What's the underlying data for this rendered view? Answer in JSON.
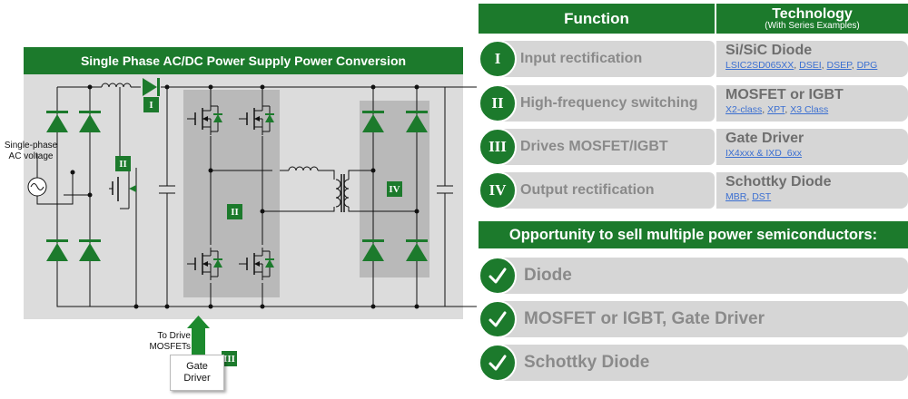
{
  "diagram": {
    "title": "Single Phase AC/DC Power Supply Power Conversion",
    "input_label_line1": "Single-phase",
    "input_label_line2": "AC voltage",
    "drive_label_line1": "To Drive",
    "drive_label_line2": "MOSFETs",
    "gate_driver_line1": "Gate",
    "gate_driver_line2": "Driver",
    "stage_markers": {
      "pfc_diode": "I",
      "pfc_switch": "II",
      "bridge": "II",
      "output": "IV",
      "gate_driver": "III"
    },
    "colors": {
      "accent": "#1c7a2c",
      "panel": "#dcdcdc",
      "shade": "#b9b9b9",
      "arrow": "#1c8a2e"
    }
  },
  "table": {
    "header_function": "Function",
    "header_technology": "Technology",
    "header_technology_sub": "(With Series Examples)",
    "rows": [
      {
        "numeral": "I",
        "function": "Input rectification",
        "technology": "Si/SiC Diode",
        "examples": [
          "LSIC2SD065XX",
          "DSEI",
          "DSEP",
          "DPG"
        ]
      },
      {
        "numeral": "II",
        "function": "High-frequency switching",
        "technology": "MOSFET or IGBT",
        "examples": [
          "X2-class",
          "XPT",
          "X3 Class"
        ]
      },
      {
        "numeral": "III",
        "function": "Drives MOSFET/IGBT",
        "technology": "Gate Driver",
        "examples": [
          "IX4xxx & IXD_6xx"
        ]
      },
      {
        "numeral": "IV",
        "function": "Output rectification",
        "technology": "Schottky Diode",
        "examples": [
          "MBR",
          "DST"
        ]
      }
    ]
  },
  "opportunity": {
    "title": "Opportunity to sell multiple power semiconductors:",
    "items": [
      "Diode",
      "MOSFET or IGBT, Gate Driver",
      "Schottky Diode"
    ]
  },
  "colors": {
    "accent": "#1c7a2c",
    "row_bg": "#d6d6d6",
    "link": "#3b6fd1",
    "muted_text": "#8a8a8a"
  }
}
